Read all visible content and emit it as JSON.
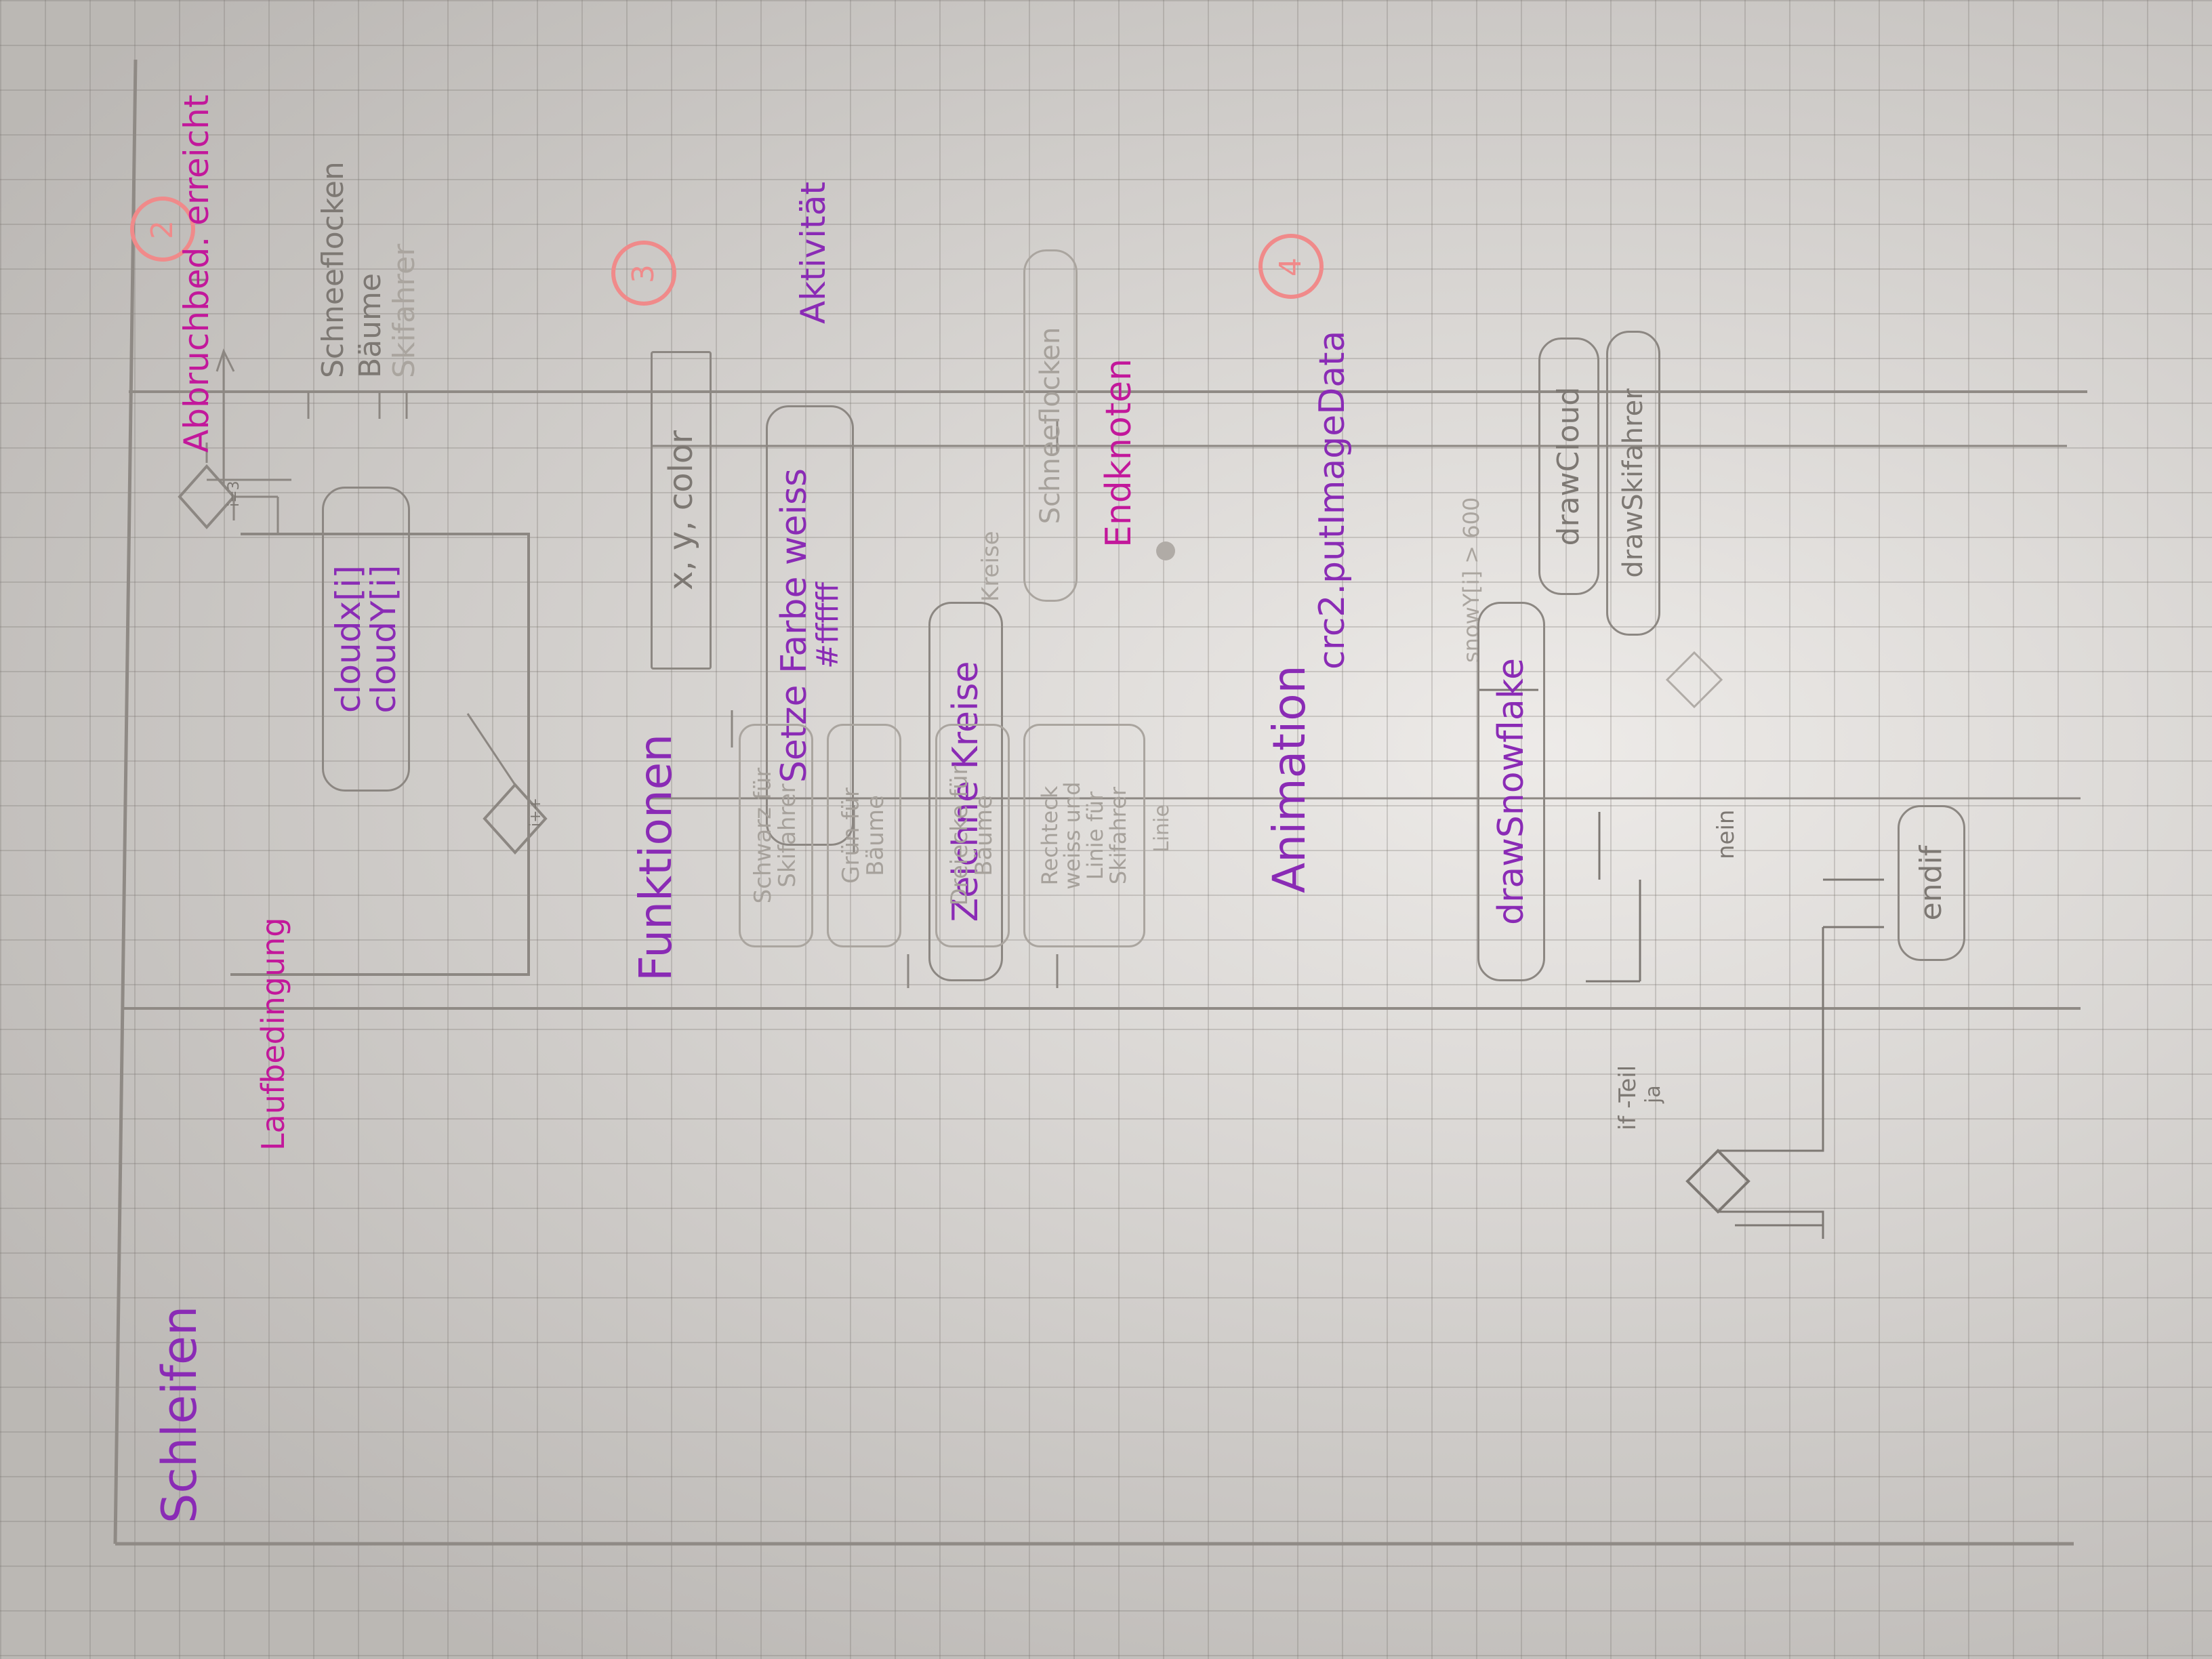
{
  "accent_colors": {
    "purple": "#8a2bb5",
    "magenta": "#c2189b",
    "pink_marker": "#f08a8a",
    "pencil": "#8c8782"
  },
  "sections": {
    "loops": {
      "number": "2",
      "title": "Schleifen",
      "condition_label": "Laufbedingung",
      "break_label": "Abbruchbed. erreicht",
      "counter_start": "i=3",
      "counter_step": "i++",
      "activity_lines": [
        "cloudx[i]",
        "cloudY[i]"
      ],
      "outputs": [
        "Schneeflocken",
        "Bäume",
        "Skifahrer"
      ]
    },
    "functions": {
      "number": "3",
      "title": "Funktionen",
      "params_label": "x, y, color",
      "set_color_lines": [
        "Setze Farbe weiss",
        "#ffffff"
      ],
      "activity_label": "Aktivität",
      "draw_circles": "Zeichne Kreise",
      "snowflakes": "Schneeflocken",
      "end_label": "Endknoten",
      "notes": [
        [
          "Schwarz für",
          "Skifahrer"
        ],
        [
          "Grün für",
          "Bäume"
        ],
        [
          "Dreiecke für",
          "Bäume"
        ],
        [
          "Rechteck",
          "weiss und",
          "Linie für",
          "Skifahrer"
        ]
      ],
      "faint_texts": [
        "Kreise",
        "Linie"
      ]
    },
    "animation": {
      "number": "4",
      "title": "Animation",
      "put_image": "crc2.putImageData",
      "condition": "snowY[i] > 600",
      "if_label": "if -Teil",
      "yes_label": "ja",
      "no_label": "nein",
      "draw_snowflake": "drawSnowflake",
      "draw_cloud": "drawCloud",
      "draw_skier": "drawSkifahrer",
      "end_if": "endif"
    }
  }
}
